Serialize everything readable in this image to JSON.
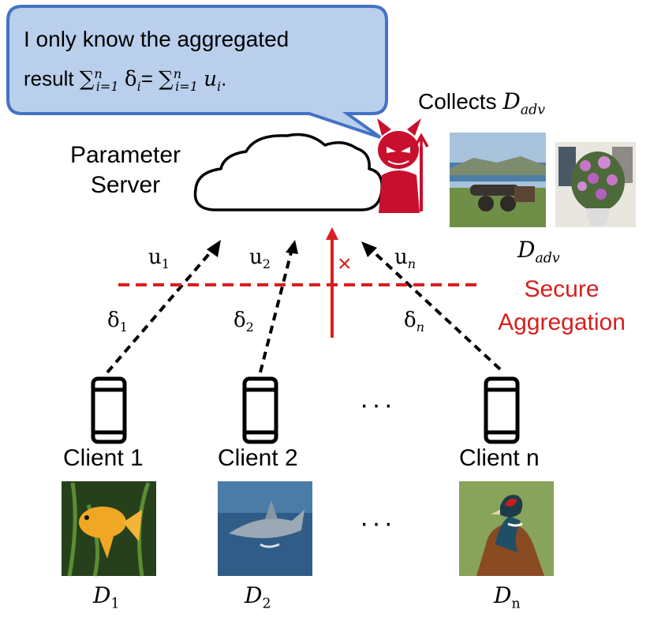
{
  "bubble": {
    "line1": "I only know the aggregated",
    "line2_prefix": "result ",
    "eq_sum": "∑",
    "eq_sub": "i=1",
    "eq_sup": "n",
    "eq_lhs_var": "δ",
    "eq_lhs_sub": "i",
    "eq_equals": "=",
    "eq_rhs_var": "u",
    "eq_rhs_sub": "i",
    "eq_end": "."
  },
  "server": {
    "line1": "Parameter",
    "line2": "Server"
  },
  "adversary": {
    "collects_text": "Collects ",
    "dataset_var": "D",
    "dataset_sub": "adv"
  },
  "secure_aggregation": {
    "line1": "Secure",
    "line2": "Aggregation"
  },
  "arrows": [
    {
      "u": "u",
      "u_sub": "1",
      "delta": "δ",
      "delta_sub": "1"
    },
    {
      "u": "u",
      "u_sub": "2",
      "delta": "δ",
      "delta_sub": "2"
    },
    {
      "u": "u",
      "u_sub": "n",
      "delta": "δ",
      "delta_sub": "n"
    }
  ],
  "blocked_mark": "×",
  "clients": [
    {
      "label": "Client 1",
      "d_var": "D",
      "d_sub": "1",
      "image": "goldfish-photo"
    },
    {
      "label": "Client 2",
      "d_var": "D",
      "d_sub": "2",
      "image": "shark-photo"
    },
    {
      "label": "Client n",
      "d_var": "D",
      "d_sub": "n",
      "image": "pheasant-photo"
    }
  ],
  "ellipsis": "···",
  "colors": {
    "bubble_fill": "#b9cfec",
    "bubble_stroke": "#4472c4",
    "secure_red": "#d81e1e",
    "devil_red": "#c8102e"
  },
  "icons": [
    "cloud-icon",
    "devil-icon",
    "smartphone-icon",
    "cannon-photo",
    "flowers-photo"
  ]
}
